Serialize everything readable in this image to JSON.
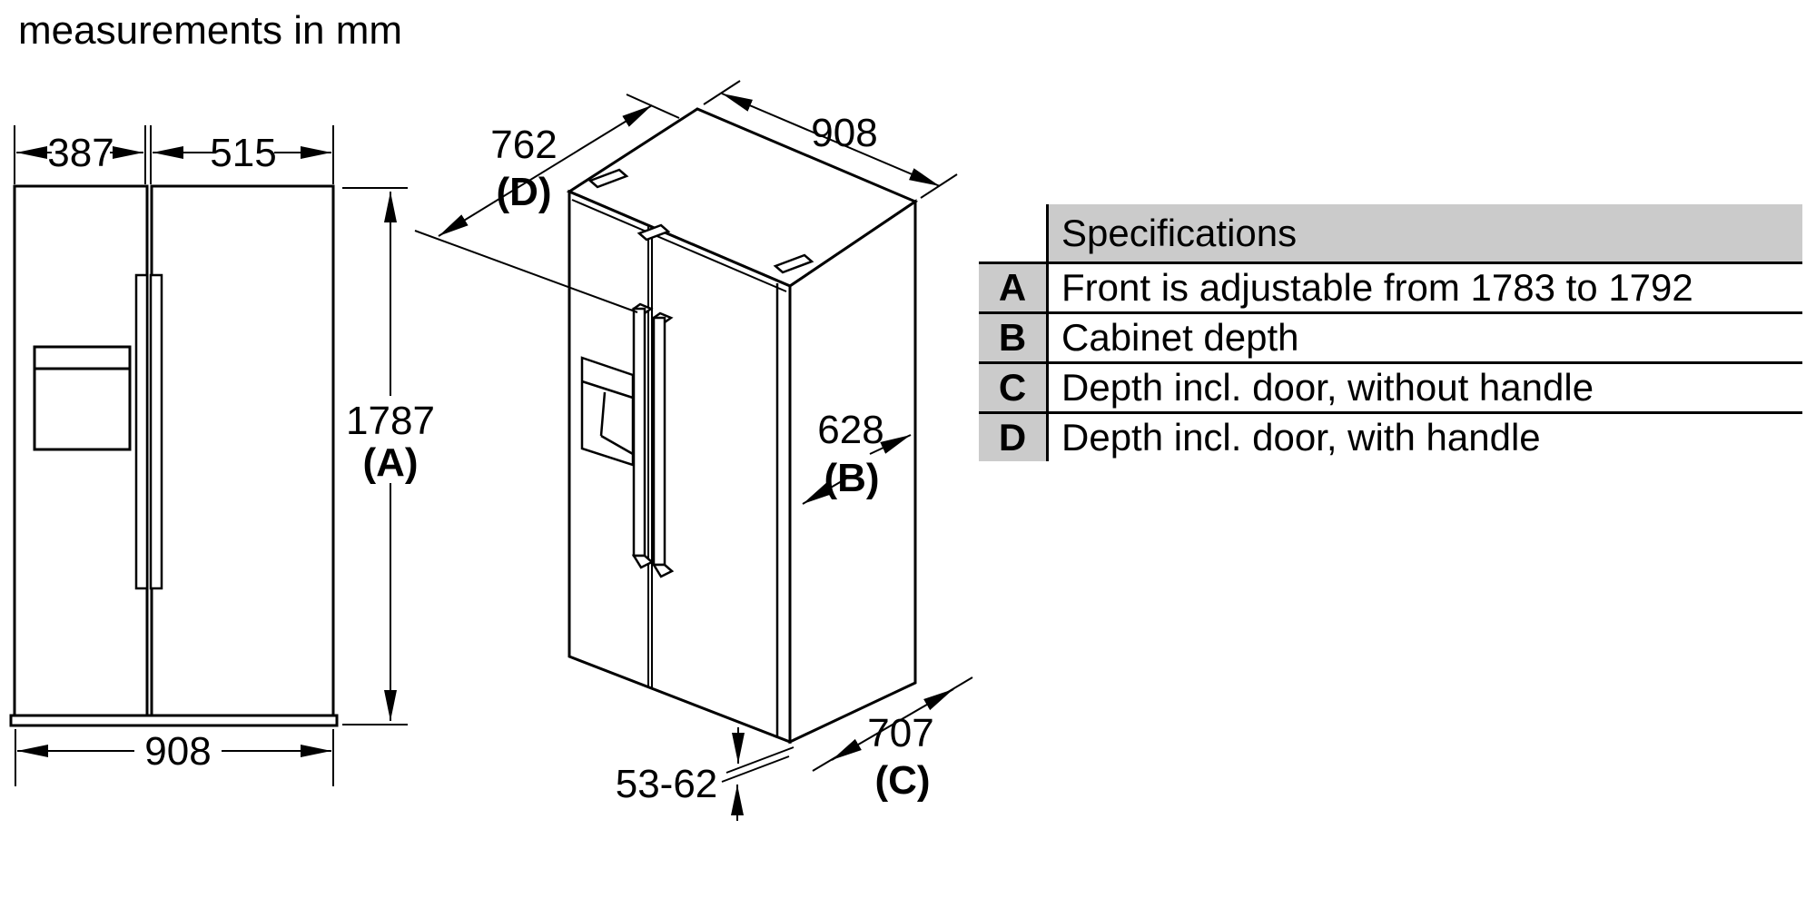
{
  "title": "measurements in mm",
  "front_view": {
    "dim_left_door_width": "387",
    "dim_right_door_width": "515",
    "dim_height": "1787",
    "dim_height_letter": "(A)",
    "dim_total_width": "908"
  },
  "iso_view": {
    "dim_depth_with_handle": "762",
    "dim_depth_with_handle_letter": "(D)",
    "dim_top_width": "908",
    "dim_cabinet_depth": "628",
    "dim_cabinet_depth_letter": "(B)",
    "dim_depth_without_handle": "707",
    "dim_depth_without_handle_letter": "(C)",
    "dim_plinth_height": "53-62"
  },
  "table": {
    "header": "Specifications",
    "rows": [
      {
        "label": "A",
        "text": "Front is adjustable from 1783 to 1792"
      },
      {
        "label": "B",
        "text": "Cabinet depth"
      },
      {
        "label": "C",
        "text": "Depth incl. door, without handle"
      },
      {
        "label": "D",
        "text": "Depth incl. door, with handle"
      }
    ]
  },
  "colors": {
    "line": "#000000",
    "table_gray": "#cbcbcb",
    "background": "#ffffff"
  }
}
